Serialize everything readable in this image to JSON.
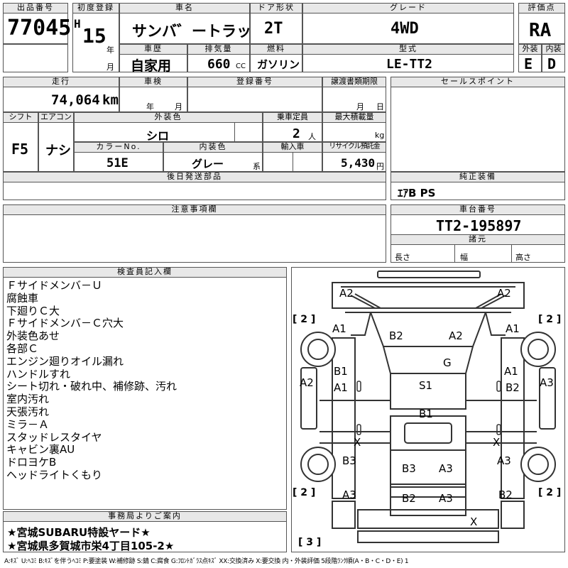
{
  "header": {
    "lot_no_label": "出品番号",
    "lot_no": "77045",
    "first_reg_label": "初度登録",
    "era": "H",
    "year": "15",
    "year_unit": "年",
    "month_unit": "月",
    "car_name_label": "車名",
    "car_name": "サンバ゛ートラック",
    "door_label": "ドア形状",
    "door": "2T",
    "grade_label": "グレード",
    "grade": "4WD",
    "score_label": "評価点",
    "score": "RA",
    "history_label": "車歴",
    "history": "自家用",
    "displacement_label": "排気量",
    "displacement": "660",
    "displacement_unit": "CC",
    "fuel_label": "燃料",
    "fuel": "ガソリン",
    "model_label": "型式",
    "model": "LE-TT2",
    "exterior_label": "外装",
    "exterior": "E",
    "interior_label": "内装",
    "interior": "D"
  },
  "row2": {
    "mileage_label": "走行",
    "mileage": "74,064",
    "mileage_unit": "km",
    "inspection_label": "車検",
    "inspection_year_unit": "年",
    "inspection_month_unit": "月",
    "reg_no_label": "登録番号",
    "transfer_label": "譲渡書類期限",
    "transfer_month_unit": "月",
    "transfer_day_unit": "日",
    "sales_point_label": "セールスポイント"
  },
  "row3": {
    "shift_label": "シフト",
    "shift": "F5",
    "ac_label": "エアコン",
    "ac": "ナシ",
    "ext_color_label": "外装色",
    "ext_color": "シロ",
    "capacity_label": "乗車定員",
    "capacity": "2",
    "capacity_unit": "人",
    "max_load_label": "最大積載量",
    "max_load_unit": "kg",
    "color_no_label": "カラーNo.",
    "color_no": "51E",
    "int_color_label": "内装色",
    "int_color": "グレー",
    "int_color_unit": "系",
    "import_label": "輸入車",
    "recycle_label": "リサイクル預託金",
    "recycle": "5,430",
    "recycle_unit": "円"
  },
  "row4": {
    "later_parts_label": "後日発送部品",
    "equipment_label": "純正装備",
    "equipment": "ｴｱB PS"
  },
  "row5": {
    "notes_label": "注意事項欄",
    "chassis_label": "車台番号",
    "chassis": "TT2-195897",
    "dims_label": "諸元",
    "length_label": "長さ",
    "width_label": "幅",
    "height_label": "高さ"
  },
  "inspector": {
    "label": "検査員記入欄",
    "lines": [
      "Ｆサイドメンバ－Ｕ",
      "腐蝕車",
      "下廻りＣ大",
      "Ｆサイドメンバ－Ｃ穴大",
      "外装色あせ",
      "各部Ｃ",
      "エンジン廻りオイル漏れ",
      "ハンドルすれ",
      "シート切れ・破れ中、補修跡、汚れ",
      "室内汚れ",
      "天張汚れ",
      "ミラ－Ａ",
      "スタッドレスタイヤ",
      "キャビン裏AU",
      "ドロヨケB",
      "ヘッドライトくもり"
    ]
  },
  "office": {
    "label": "事務局よりご案内",
    "line1": "★宮城SUBARU特設ヤード★",
    "line2": "★宮城県多賀城市栄4丁目105-2★"
  },
  "diagram": {
    "marks": {
      "a2_tl": "A2",
      "a2_tr": "A2",
      "a1_l": "A1",
      "b2_c": "B2",
      "a2_c": "A2",
      "a1_r": "A1",
      "g": "G",
      "b1_l": "B1",
      "a1_l2": "A1",
      "s1": "S1",
      "a1_r2": "A1",
      "b2_r": "B2",
      "a2_side_l": "A2",
      "a3_side_r": "A3",
      "b1_c": "B1",
      "x_l": "X",
      "x_r": "X",
      "b3_l": "B3",
      "b3_c": "B3",
      "a3_c": "A3",
      "a3_r": "A3",
      "a3_l": "A3",
      "b2_bc": "B2",
      "a3_bc": "A3",
      "b2_br": "B2",
      "x_b": "X"
    },
    "tire_l_top": "[ 2 ]",
    "tire_r_top": "[ 2 ]",
    "tire_l_bot": "[ 2 ]",
    "tire_r_bot": "[ 2 ]",
    "spare": "[ 3 ]"
  },
  "legend": "A:ｷｽﾞ U:ﾍｺﾐ B:ｷｽﾞを伴うﾍｺﾐ P:要塗装 W:補修跡 S:錆 C:腐食 G:ﾌﾛﾝﾄｶﾞﾗｽ点ｷｽﾞ XX:交換済み X:要交換 内・外装評価 5段階ﾗﾝｸ順(A・B・C・D・E) 1"
}
